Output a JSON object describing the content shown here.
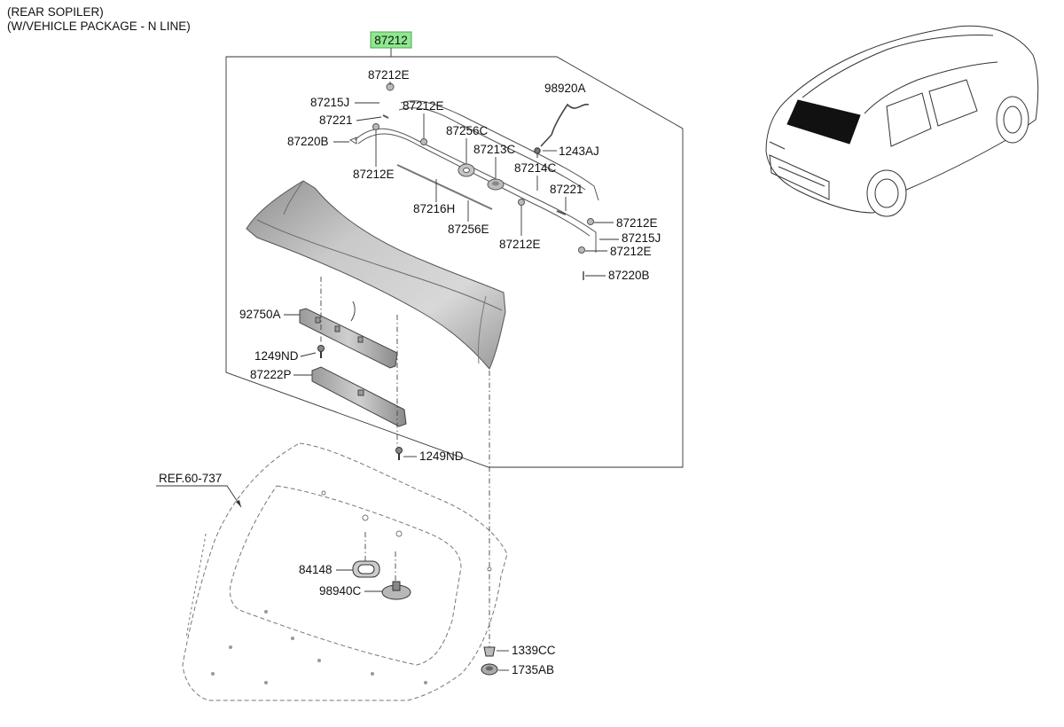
{
  "notes": {
    "line1": "(REAR SOPILER)",
    "line2": "(W/VEHICLE PACKAGE - N LINE)"
  },
  "main_part": "87212",
  "callouts": {
    "c87212E_top": "87212E",
    "c87215J_left": "87215J",
    "c87212E_mid": "87212E",
    "c87221_left": "87221",
    "c87256C": "87256C",
    "c87220B_left": "87220B",
    "c87213C": "87213C",
    "c87212E_left": "87212E",
    "c87214C": "87214C",
    "c98920A": "98920A",
    "c1243AJ": "1243AJ",
    "c87221_right": "87221",
    "c87216H": "87216H",
    "c87212E_r1": "87212E",
    "c87256E": "87256E",
    "c87215J_right": "87215J",
    "c87212E_bottom": "87212E",
    "c87212E_r2": "87212E",
    "c87220B_right": "87220B",
    "c92750A": "92750A",
    "c1249ND_upper": "1249ND",
    "c87222P": "87222P",
    "c1249ND_lower": "1249ND",
    "cREF": "REF.60-737",
    "c84148": "84148",
    "c98940C": "98940C",
    "c1339CC": "1339CC",
    "c1735AB": "1735AB"
  }
}
